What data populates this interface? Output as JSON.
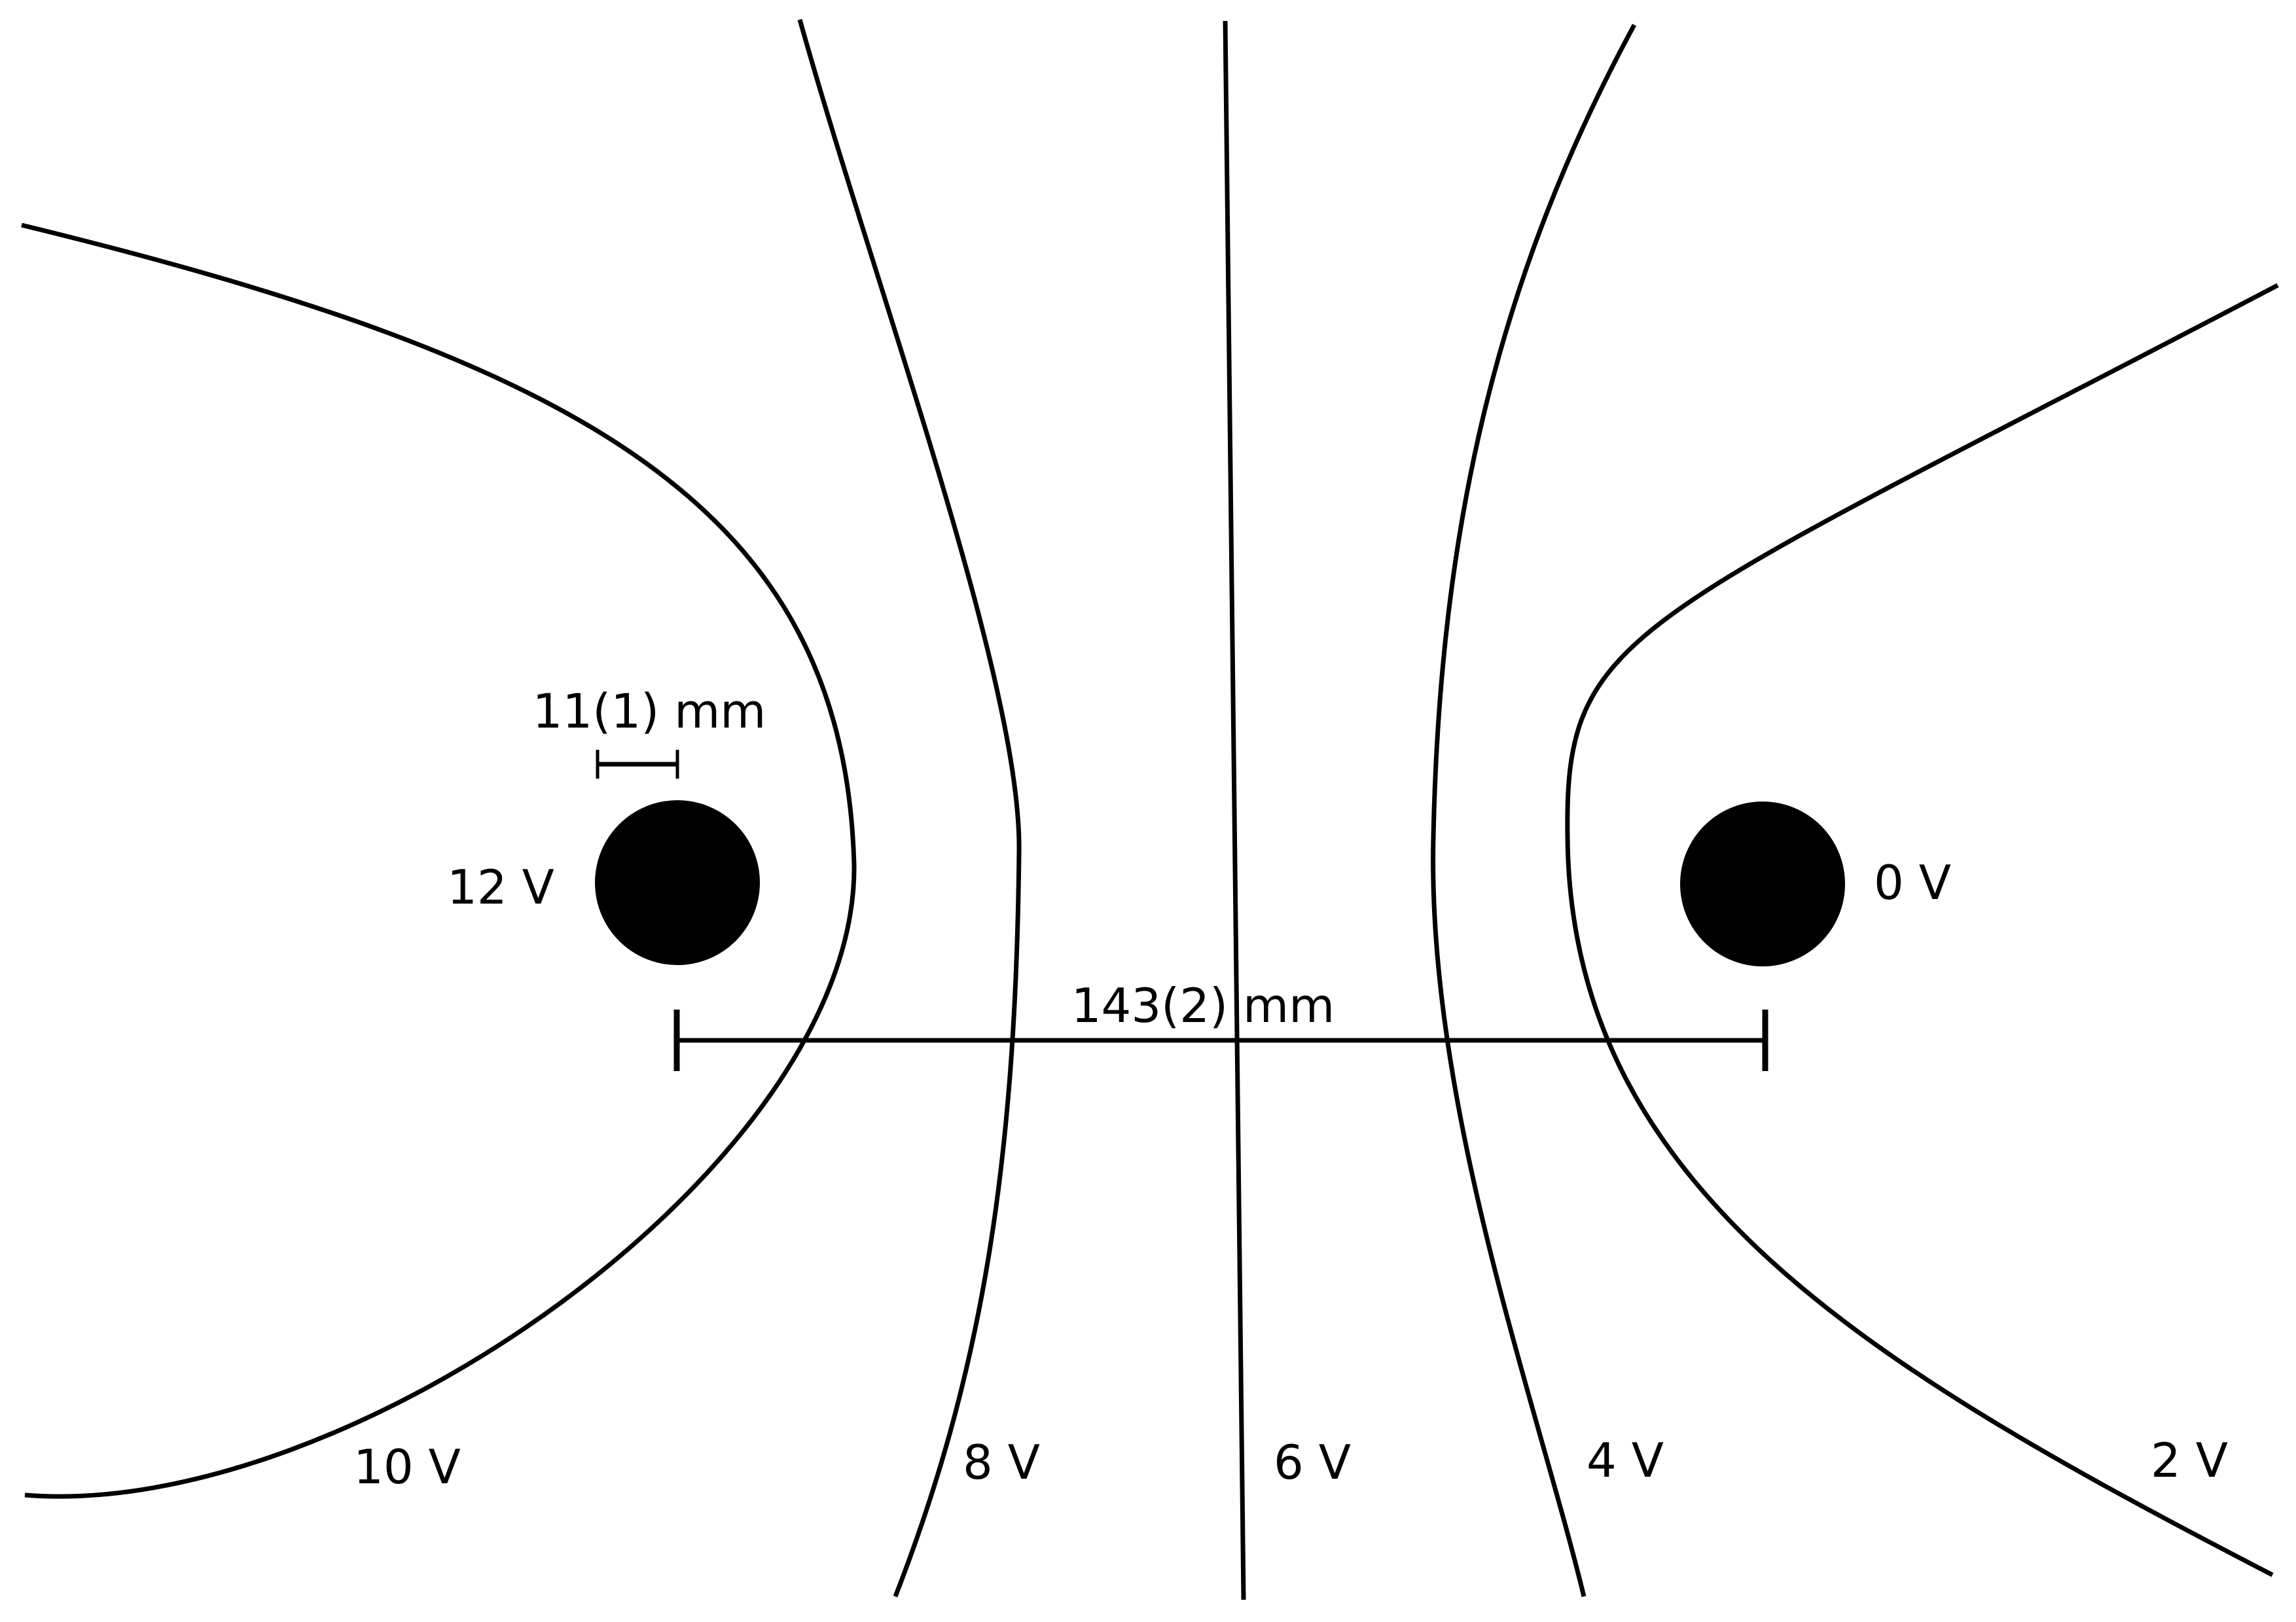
{
  "colors": {
    "background": "#ffffff",
    "ink": "#000000"
  },
  "electrodes": {
    "left": {
      "potential": "12 V"
    },
    "right": {
      "potential": "0 V"
    }
  },
  "equipotentials": [
    {
      "label": "10 V"
    },
    {
      "label": "8 V"
    },
    {
      "label": "6 V"
    },
    {
      "label": "4 V"
    },
    {
      "label": "2 V"
    }
  ],
  "measurements": {
    "electrode_diameter": "11(1) mm",
    "electrode_separation": "143(2) mm"
  }
}
